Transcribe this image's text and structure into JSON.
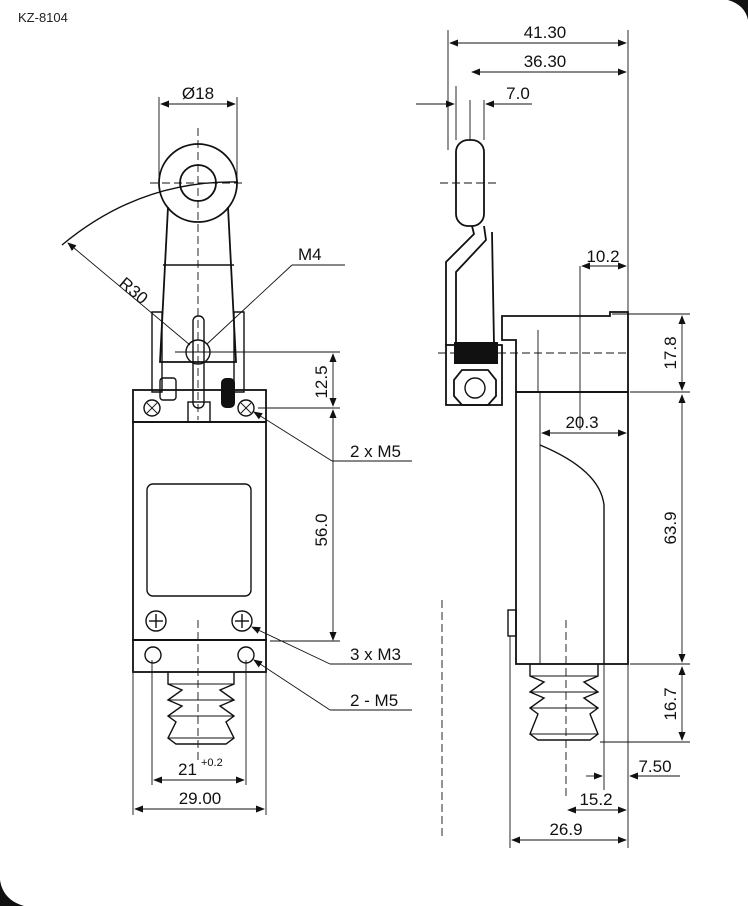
{
  "model": "KZ-8104",
  "dimensions": {
    "d_18": "Ø18",
    "r30": "R30",
    "m4": "M4",
    "d_12_5": "12.5",
    "d_2xm5": "2 x M5",
    "d_56": "56.0",
    "d_3xm3": "3 x M3",
    "d_2m5": "2 - M5",
    "d_21": "21",
    "d_21_tol": "+0.2",
    "d_29": "29.00",
    "d_41_30": "41.30",
    "d_36_30": "36.30",
    "d_7_0": "7.0",
    "d_10_2": "10.2",
    "d_17_8": "17.8",
    "d_20_3": "20.3",
    "d_63_9": "63.9",
    "d_16_7": "16.7",
    "d_7_50": "7.50",
    "d_15_2": "15.2",
    "d_26_9": "26.9"
  },
  "colors": {
    "line": "#111111",
    "corner": "#111111"
  }
}
